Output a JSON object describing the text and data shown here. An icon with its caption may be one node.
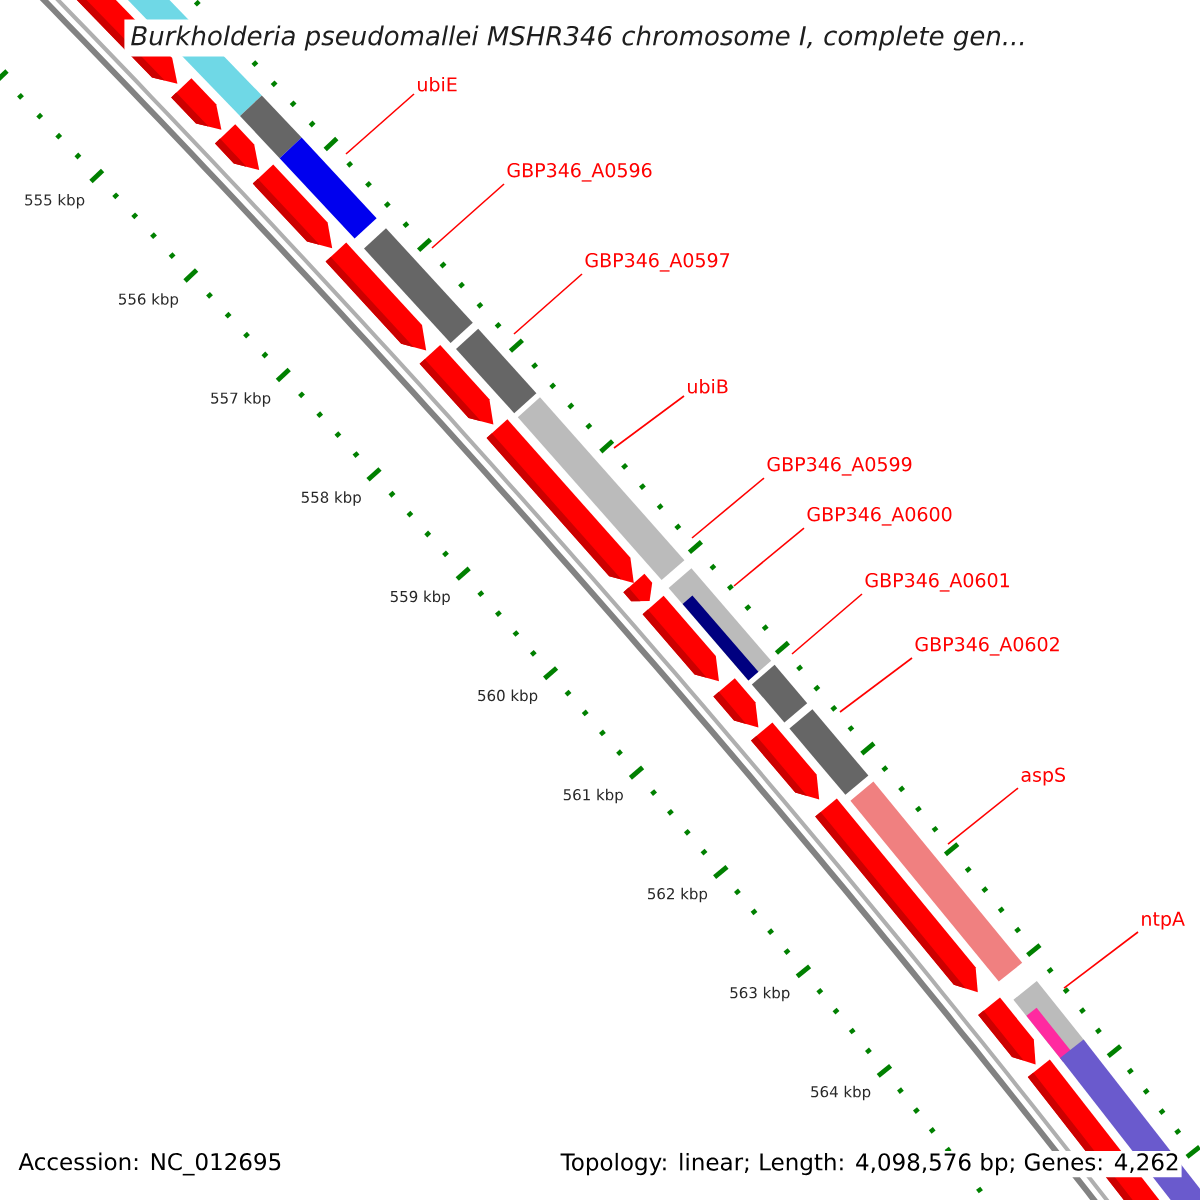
{
  "diagram": {
    "title": "Burkholderia pseudomallei MSHR346 chromosome I, complete gen...",
    "nodes": [
      {
        "text": [
          "ubiE"
        ]
      },
      {
        "text": [
          "GBP346_A0596"
        ]
      },
      {
        "text": [
          "GBP346_A0597"
        ]
      },
      {
        "text": [
          "ubiB"
        ]
      },
      {
        "text": [
          "GBP346_A0599"
        ]
      },
      {
        "text": [
          "GBP346_A0600"
        ]
      },
      {
        "text": [
          "GBP346_A0601"
        ]
      },
      {
        "text": [
          "GBP346_A0602"
        ]
      },
      {
        "text": [
          "aspS"
        ]
      },
      {
        "text": [
          "ntpA"
        ]
      }
    ],
    "edges": [
      {
        "from": 0,
        "to": null,
        "arrow": "none"
      },
      {
        "from": 1,
        "to": null,
        "arrow": "none"
      },
      {
        "from": 2,
        "to": null,
        "arrow": "none"
      },
      {
        "from": 3,
        "to": null,
        "arrow": "none"
      },
      {
        "from": 4,
        "to": null,
        "arrow": "none"
      },
      {
        "from": 5,
        "to": null,
        "arrow": "none"
      },
      {
        "from": 6,
        "to": null,
        "arrow": "none"
      },
      {
        "from": 7,
        "to": null,
        "arrow": "none"
      },
      {
        "from": 8,
        "to": null,
        "arrow": "none"
      },
      {
        "from": 9,
        "to": null,
        "arrow": "none"
      }
    ],
    "labels": [
      "555 kbp",
      "556 kbp",
      "557 kbp",
      "558 kbp",
      "559 kbp",
      "560 kbp",
      "561 kbp",
      "562 kbp",
      "563 kbp",
      "564 kbp",
      "Accession: NC_012695",
      "Topology: linear; Length: 4,098,576 bp; Genes: 4,262"
    ]
  }
}
